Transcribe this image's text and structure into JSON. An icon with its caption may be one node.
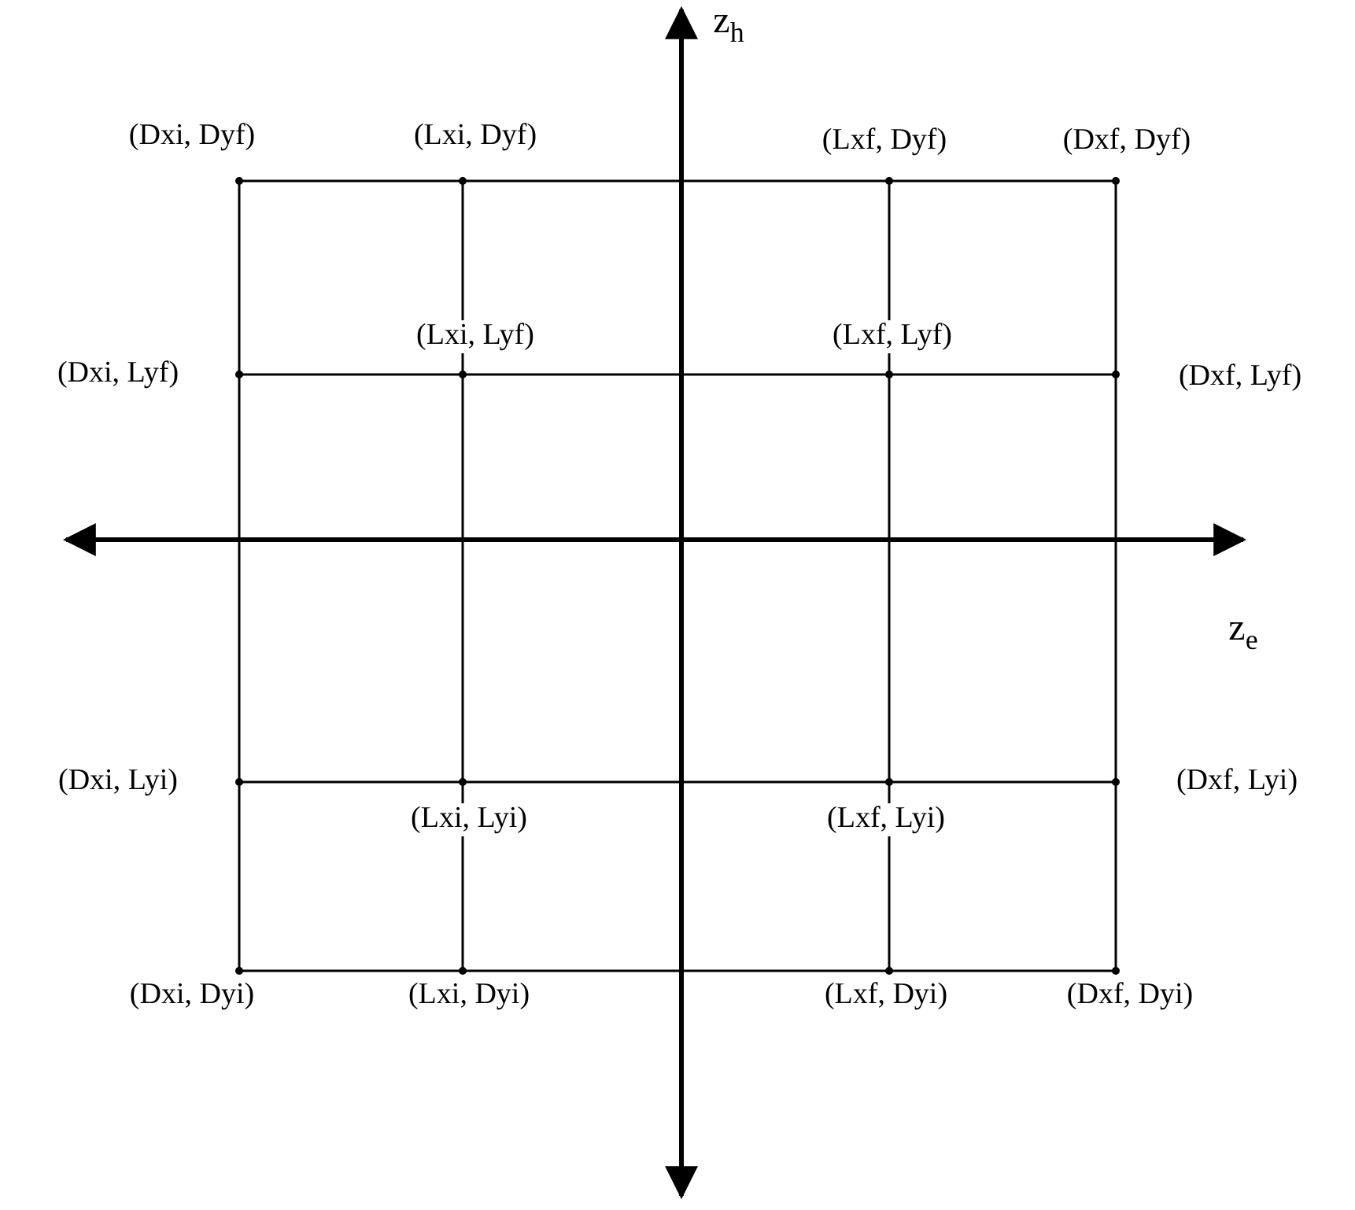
{
  "diagram": {
    "labels": [
      "z$_{h}$",
      "(Dxi, Dyf)",
      "(Lxi, Dyf)",
      "(Lxf, Dyf)",
      "(Dxf, Dyf)",
      "(Dxi, Lyf)",
      "(Lxi, Lyf)",
      "(Lxf, Lyf)",
      "(Dxf, Lyf)",
      "z$_{e}$",
      "(Dxi, Lyi)",
      "(Lxi, Lyi)",
      "(Lxf, Lyi)",
      "(Dxf, Lyi)",
      "(Dxi, Dyi)",
      "(Lxi, Dyi)",
      "(Lxf, Dyi)",
      "(Dxf, Dyi)"
    ]
  }
}
